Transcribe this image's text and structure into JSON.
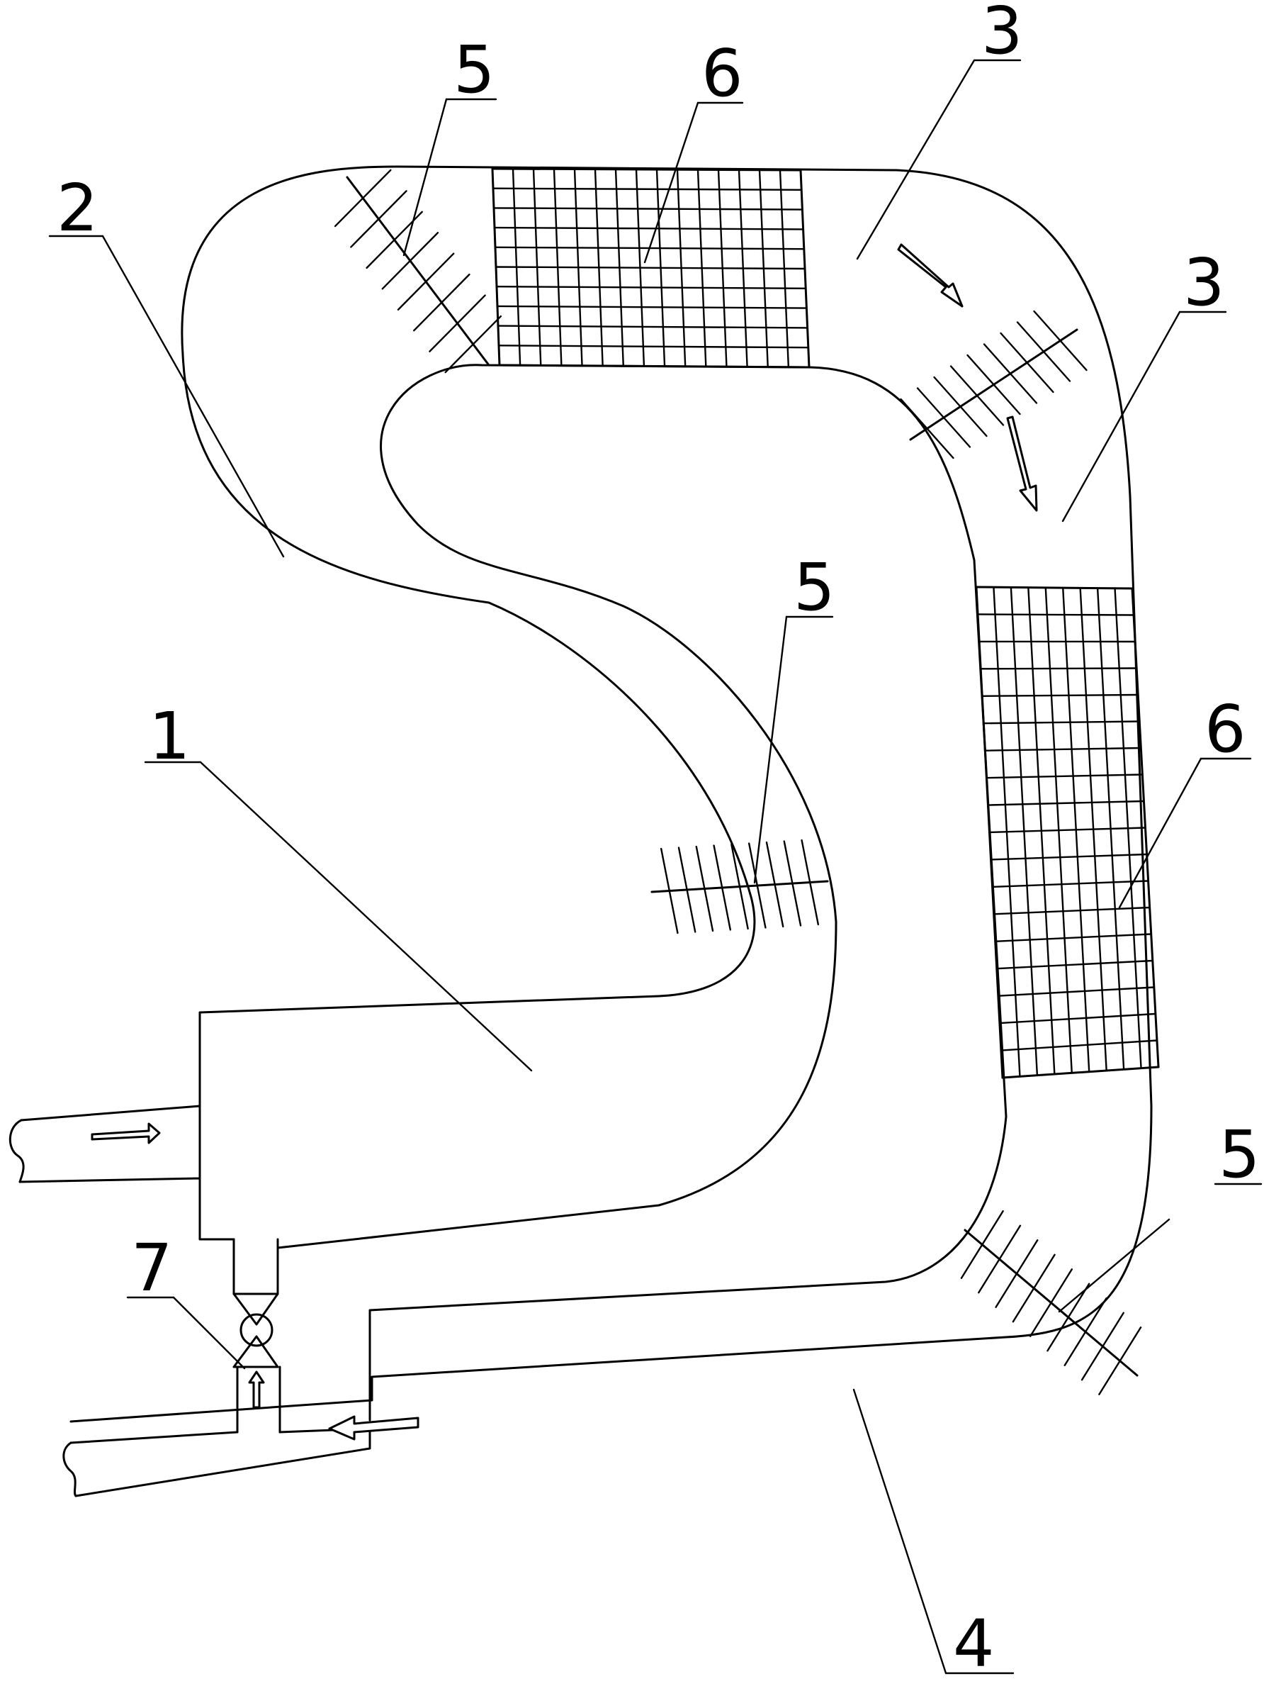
{
  "figure": {
    "labels": {
      "inlet_chamber": "1",
      "s_channel": "2",
      "upper_bend_a": "3",
      "upper_bend_b": "3",
      "outlet_chamber": "4",
      "deflector_top_left": "5",
      "deflector_middle": "5",
      "deflector_bottom_right": "5",
      "grid_top": "6",
      "grid_right": "6",
      "valve": "7"
    },
    "colors": {
      "stroke": "#000000",
      "background": "#ffffff"
    },
    "icons": [
      "flow-arrow-icon",
      "valve-icon"
    ]
  }
}
